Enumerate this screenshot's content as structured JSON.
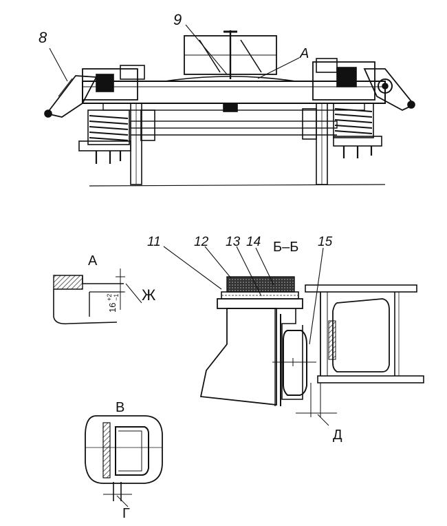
{
  "labels": {
    "n8": "8",
    "n9": "9",
    "a_top": "А",
    "n11": "11",
    "n12": "12",
    "n13": "13",
    "n14": "14",
    "section_bb": "Б–Б",
    "n15": "15",
    "a_detail": "А",
    "zh": "Ж",
    "dim_16": "16",
    "tol_plus": "+2",
    "tol_minus": "−1",
    "v": "В",
    "g": "Г",
    "d": "Д"
  },
  "colors": {
    "ink": "#111111",
    "paper": "#ffffff",
    "hatch": "#444444"
  }
}
